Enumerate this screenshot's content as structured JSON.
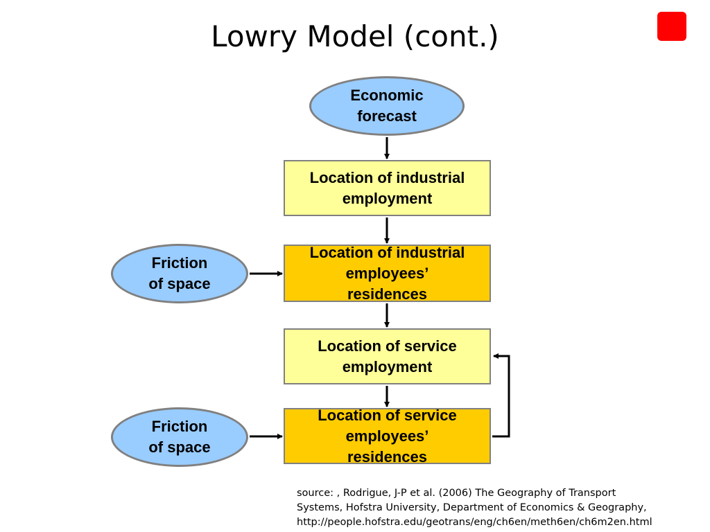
{
  "title": "Lowry Model (cont.)",
  "colors": {
    "oval_fill": "#99ccff",
    "light_box_fill": "#ffff99",
    "dark_box_fill": "#ffcc00",
    "accent_red": "#ff0000"
  },
  "nodes": {
    "economic_forecast": "Economic\nforecast",
    "industrial_employment": "Location of industrial\nemployment",
    "industrial_residences": "Location of industrial\nemployees’\nresidences",
    "service_employment": "Location of service\nemployment",
    "service_residences": "Location of service\nemployees’\nresidences",
    "friction_1": "Friction\nof space",
    "friction_2": "Friction\nof space"
  },
  "source": {
    "line1": "source: , Rodrigue, J-P et al. (2006) The Geography of Transport",
    "line2": "Systems, Hofstra University, Department of Economics & Geography,",
    "line3": "http://people.hofstra.edu/geotrans/eng/ch6en/meth6en/ch6m2en.html"
  }
}
